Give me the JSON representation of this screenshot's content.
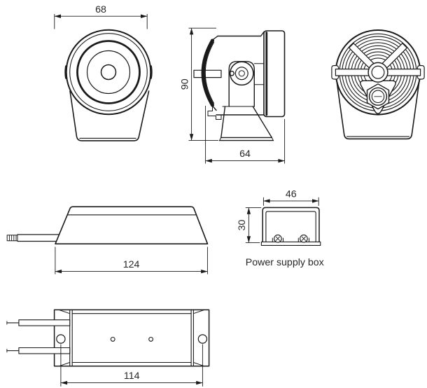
{
  "drawing": {
    "caption": "Power supply box",
    "dims": {
      "spot_width": "68",
      "spot_height": "90",
      "spot_depth": "64",
      "psu_length": "124",
      "psu_width": "46",
      "psu_height": "30",
      "psu_hole_spacing": "114"
    },
    "colors": {
      "line": "#1a1a1a",
      "ink": "#262626",
      "background": "#ffffff"
    }
  }
}
